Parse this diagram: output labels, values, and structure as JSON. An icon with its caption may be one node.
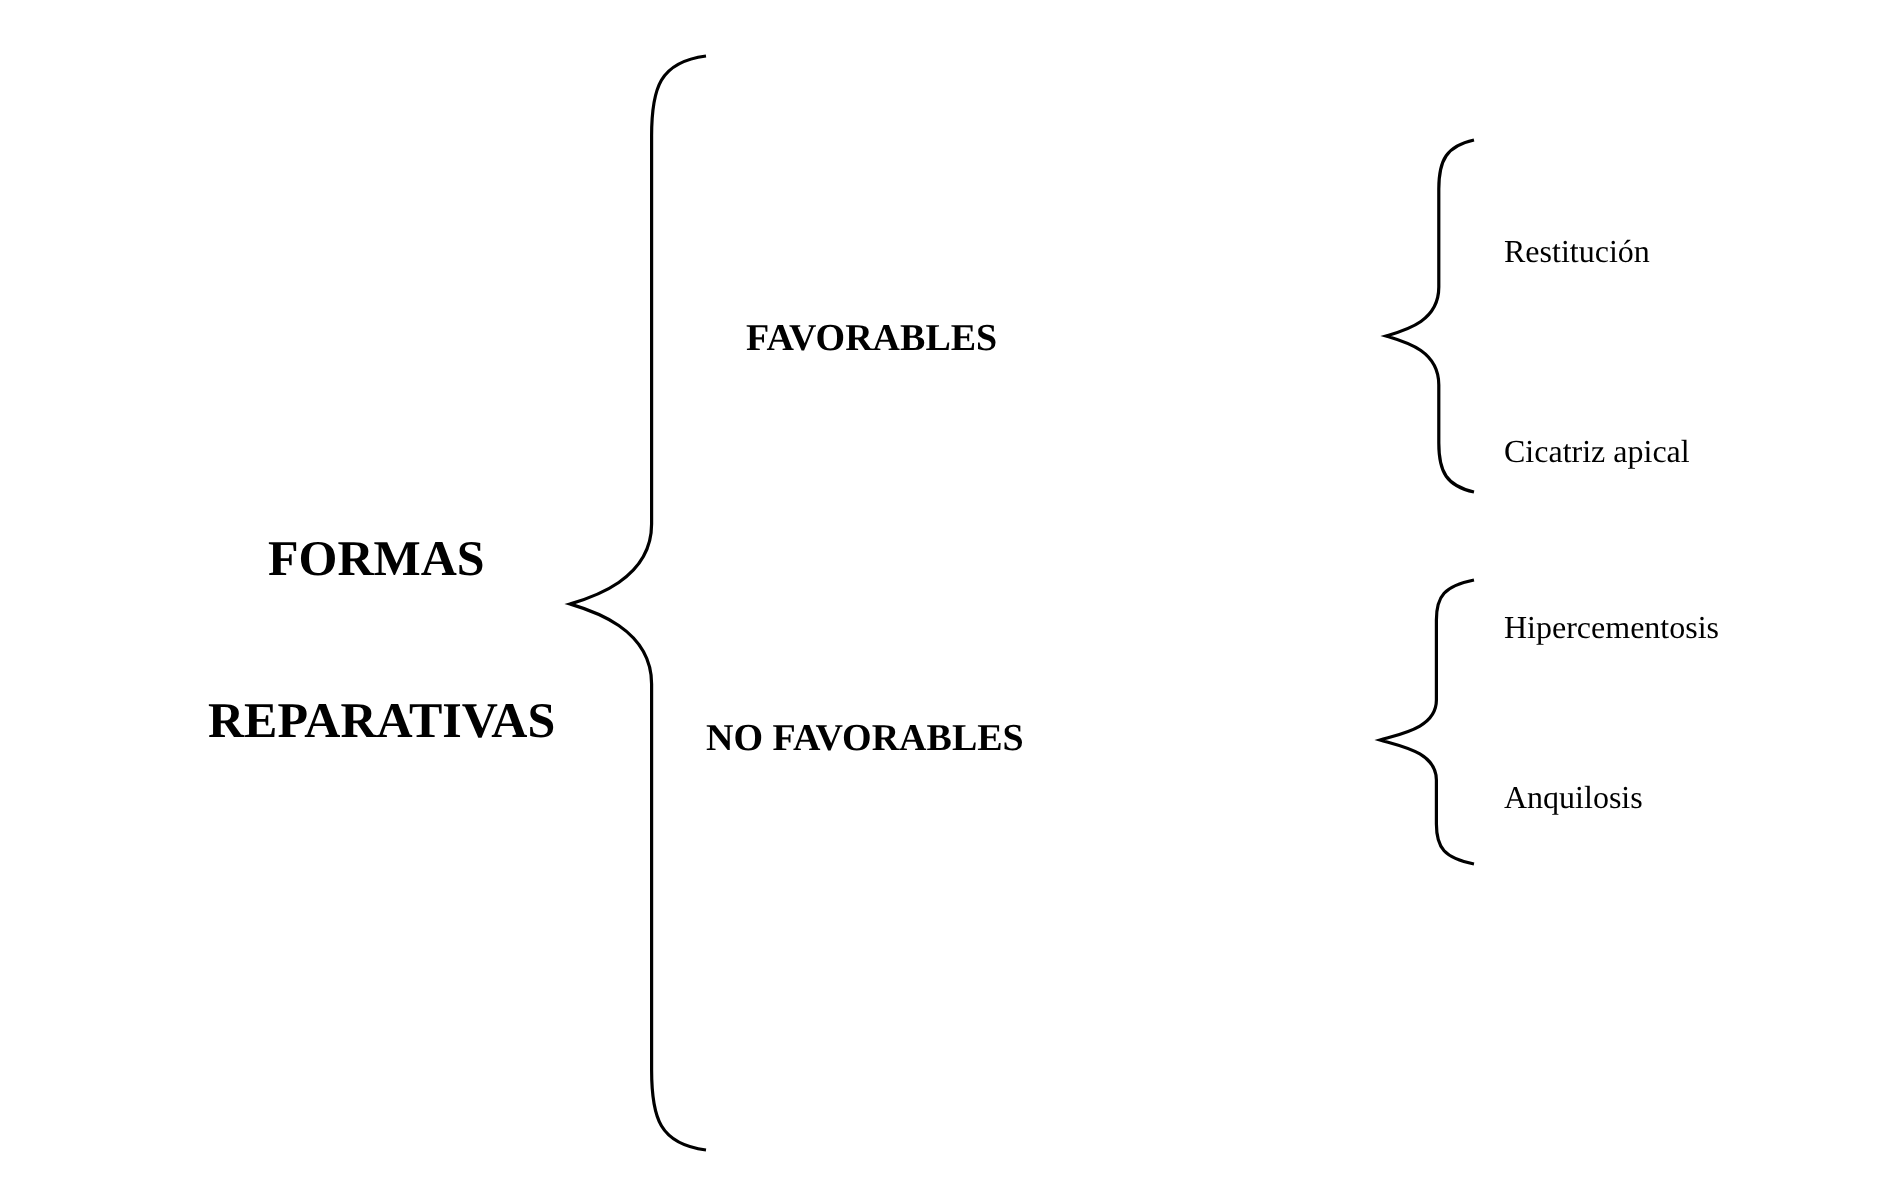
{
  "diagram": {
    "labels": [
      "FORMAS",
      "REPARATIVAS",
      "FAVORABLES",
      "Restitución",
      "Cicatriz apical",
      "NO FAVORABLES",
      "Hipercementosis",
      "Anquilosis"
    ]
  }
}
